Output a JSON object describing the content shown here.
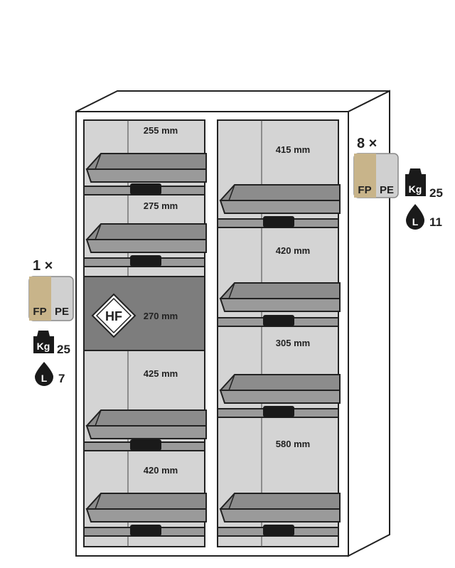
{
  "left_compartment": {
    "heights": [
      "255 mm",
      "275 mm",
      "270 mm",
      "425 mm",
      "420 mm"
    ],
    "hazard_badge": "HF"
  },
  "right_compartment": {
    "heights": [
      "415 mm",
      "420 mm",
      "305 mm",
      "580 mm"
    ]
  },
  "left_spec": {
    "count": "1 ×",
    "materials": [
      "FP",
      "PE"
    ],
    "weight_icon": "Kg",
    "weight_value": "25",
    "volume_icon": "L",
    "volume_value": "7"
  },
  "right_spec": {
    "count": "8 ×",
    "materials": [
      "FP",
      "PE"
    ],
    "weight_icon": "Kg",
    "weight_value": "25",
    "volume_icon": "L",
    "volume_value": "11"
  },
  "colors": {
    "outline": "#222222",
    "cabinet_inner": "#d4d4d4",
    "tray_fill": "#8c8c8c",
    "hf_panel": "#7d7d7d",
    "fp_tan": "#c8b48a",
    "pe_gray": "#b9b9b9",
    "icon_black": "#1a1a1a"
  }
}
